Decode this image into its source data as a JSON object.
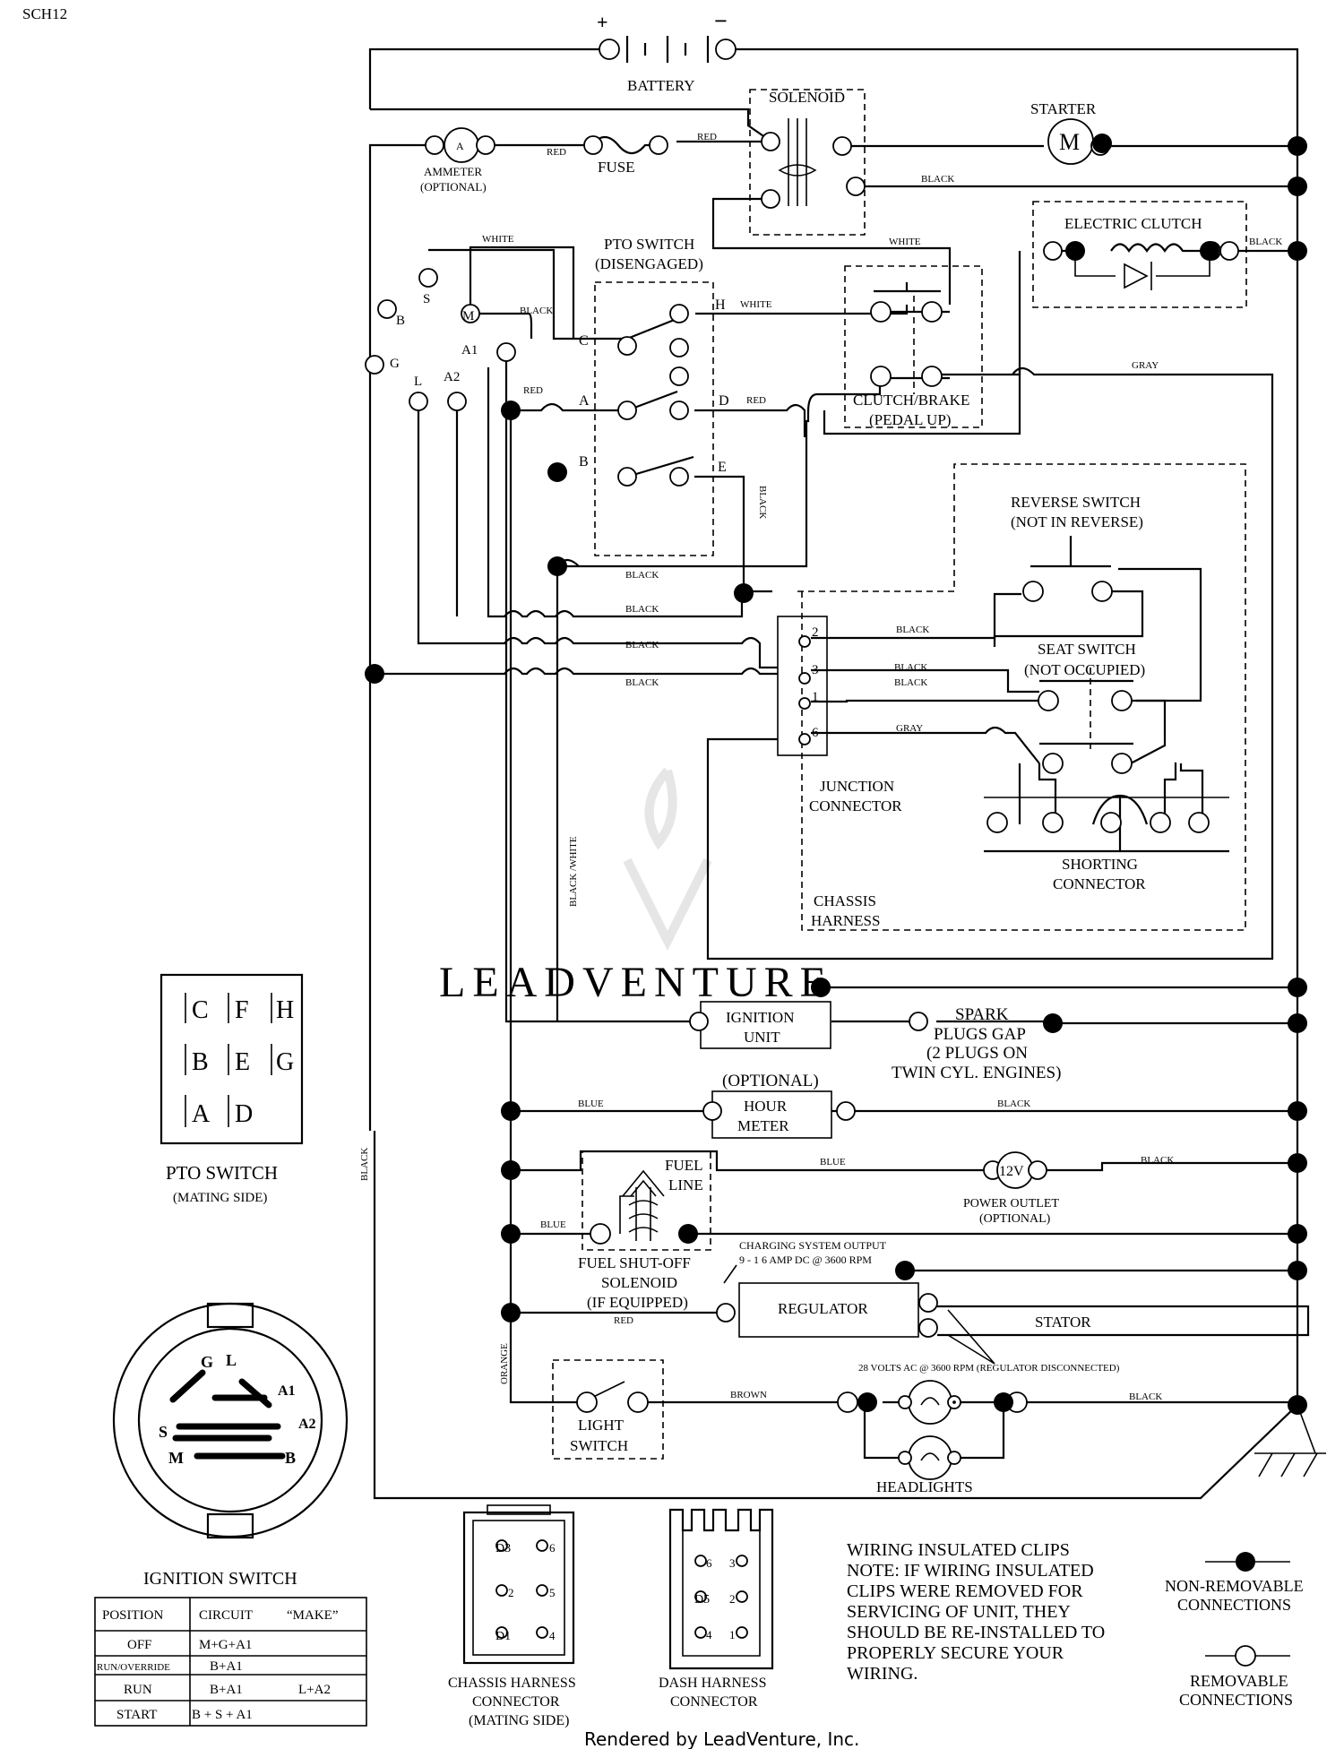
{
  "page_id": "SCH12",
  "watermark": "LEADVENTURE",
  "footer": "Rendered by LeadVenture, Inc.",
  "components": {
    "battery": "BATTERY",
    "battery_pos": "+",
    "battery_neg": "−",
    "solenoid": "SOLENOID",
    "starter": "STARTER",
    "starter_symbol": "M",
    "ammeter_symbol": "A",
    "ammeter": "AMMETER",
    "ammeter_note": "(OPTIONAL)",
    "fuse": "FUSE",
    "electric_clutch": "ELECTRIC CLUTCH",
    "pto_switch": "PTO SWITCH",
    "pto_state": "(DISENGAGED)",
    "clutch_brake": "CLUTCH/BRAKE",
    "clutch_state": "(PEDAL UP)",
    "reverse_switch": "REVERSE SWITCH",
    "reverse_state": "(NOT IN REVERSE)",
    "seat_switch": "SEAT SWITCH",
    "seat_state": "(NOT OCCUPIED)",
    "junction_1": "JUNCTION",
    "junction_2": "CONNECTOR",
    "chassis_1": "CHASSIS",
    "chassis_2": "HARNESS",
    "shorting_1": "SHORTING",
    "shorting_2": "CONNECTOR",
    "ignition_unit_1": "IGNITION",
    "ignition_unit_2": "UNIT",
    "spark_1": "SPARK",
    "spark_2": "PLUGS GAP",
    "spark_3": "(2 PLUGS ON",
    "spark_4": "TWIN CYL. ENGINES)",
    "hour_meter_opt": "(OPTIONAL)",
    "hour_meter_1": "HOUR",
    "hour_meter_2": "METER",
    "fuel_line_1": "FUEL",
    "fuel_line_2": "LINE",
    "outlet_symbol": "12V",
    "outlet_1": "POWER OUTLET",
    "outlet_2": "(OPTIONAL)",
    "fuel_sol_1": "FUEL SHUT-OFF",
    "fuel_sol_2": "SOLENOID",
    "fuel_sol_3": "(IF EQUIPPED)",
    "charging_1": "CHARGING SYSTEM OUTPUT",
    "charging_2": "9 - 1 6 AMP DC @ 3600 RPM",
    "regulator": "REGULATOR",
    "stator": "STATOR",
    "stator_note": "28 VOLTS AC @ 3600 RPM (REGULATOR DISCONNECTED)",
    "light_switch_1": "LIGHT",
    "light_switch_2": "SWITCH",
    "headlights": "HEADLIGHTS"
  },
  "terminals": {
    "ign_S": "S",
    "ign_M": "M",
    "ign_B": "B",
    "ign_A1": "A1",
    "ign_G": "G",
    "ign_L": "L",
    "ign_A2": "A2",
    "pto_C": "C",
    "pto_H": "H",
    "pto_A": "A",
    "pto_D": "D",
    "pto_B": "B",
    "pto_E": "E",
    "jc_2": "2",
    "jc_3": "3",
    "jc_1": "1",
    "jc_6": "6"
  },
  "wires": {
    "red": "RED",
    "black": "BLACK",
    "white": "WHITE",
    "gray": "GRAY",
    "blue": "BLUE",
    "brown": "BROWN",
    "orange": "ORANGE",
    "black_white": "BLACK /WHITE"
  },
  "pto_mating": {
    "title_1": "PTO SWITCH",
    "title_2": "(MATING SIDE)",
    "grid": [
      [
        "C",
        "F",
        "H"
      ],
      [
        "B",
        "E",
        "G"
      ],
      [
        "A",
        "D"
      ]
    ]
  },
  "ignition_switch": {
    "title": "IGNITION SWITCH",
    "face_labels": [
      "G",
      "L",
      "A1",
      "A2",
      "S",
      "M",
      "B"
    ],
    "headers": [
      "POSITION",
      "CIRCUIT",
      "“MAKE”"
    ],
    "rows": [
      {
        "position": "OFF",
        "circuit": "M+G+A1",
        "extra": ""
      },
      {
        "position": "RUN/OVERRIDE",
        "circuit": "B+A1",
        "extra": ""
      },
      {
        "position": "RUN",
        "circuit": "B+A1",
        "extra": "L+A2"
      },
      {
        "position": "START",
        "circuit": "B + S + A1",
        "extra": ""
      }
    ]
  },
  "chassis_conn": {
    "title_1": "CHASSIS HARNESS",
    "title_2": "CONNECTOR",
    "title_3": "(MATING SIDE)",
    "pins": [
      [
        "D3",
        "6"
      ],
      [
        "2",
        "5"
      ],
      [
        "D1",
        "4"
      ]
    ]
  },
  "dash_conn": {
    "title_1": "DASH HARNESS",
    "title_2": "CONNECTOR",
    "pins": [
      [
        "6",
        "3"
      ],
      [
        "D5",
        "2"
      ],
      [
        "4",
        "1"
      ]
    ]
  },
  "notes": {
    "clips_title": "WIRING INSULATED CLIPS",
    "clips_lines": [
      "NOTE:  IF WIRING INSULATED",
      "CLIPS WERE REMOVED FOR",
      "SERVICING OF UNIT, THEY",
      "SHOULD BE RE-INSTALLED TO",
      "PROPERLY SECURE YOUR",
      "WIRING."
    ]
  },
  "legend": {
    "nonremovable_1": "NON-REMOVABLE",
    "nonremovable_2": "CONNECTIONS",
    "removable_1": "REMOVABLE",
    "removable_2": "CONNECTIONS"
  }
}
